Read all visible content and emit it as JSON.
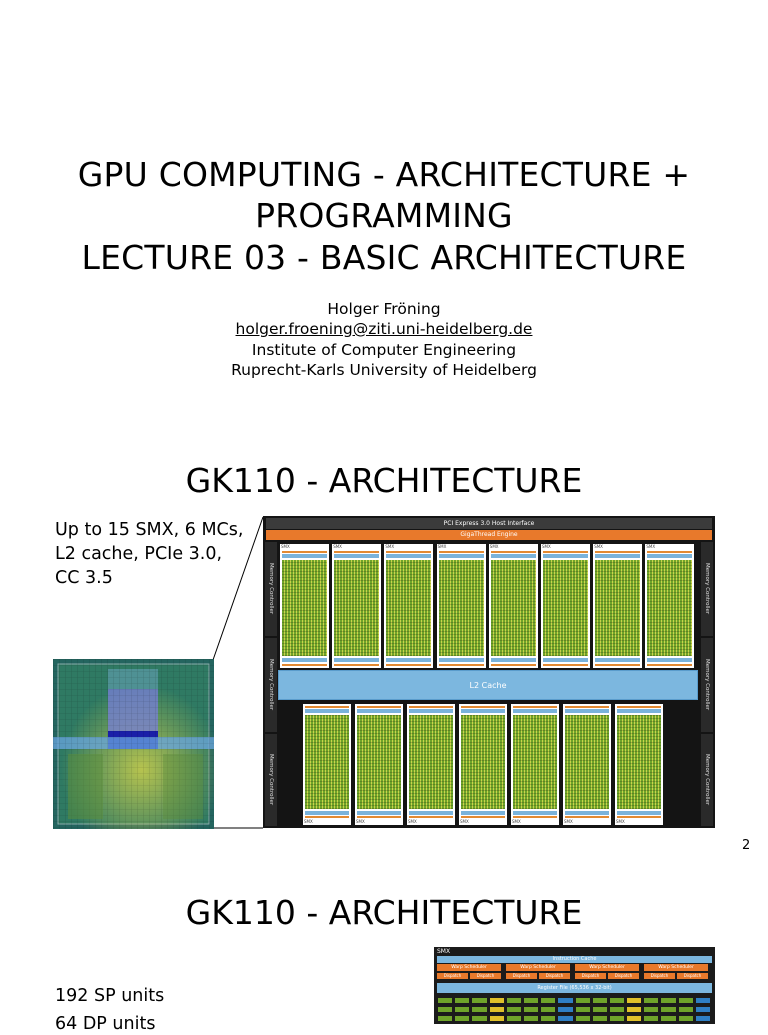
{
  "slide1": {
    "title_lines": [
      "GPU COMPUTING - ARCHITECTURE +",
      "PROGRAMMING",
      "LECTURE 03 - BASIC ARCHITECTURE"
    ],
    "author": "Holger Fröning",
    "email": "holger.froening@ziti.uni-heidelberg.de",
    "institute": "Institute of Computer Engineering",
    "university": "Ruprecht-Karls University of Heidelberg"
  },
  "slide2": {
    "title": "GK110 - ARCHITECTURE",
    "bullet_lines": [
      "Up to 15 SMX, 6 MCs,",
      "L2 cache, PCIe 3.0,",
      "CC 3.5"
    ],
    "page_number": "2",
    "diagram": {
      "pcie_label": "PCI Express 3.0 Host Interface",
      "giga_label": "GigaThread Engine",
      "mc_label": "Memory Controller",
      "l2_label": "L2 Cache",
      "smx_label": "SMX"
    }
  },
  "slide3": {
    "title": "GK110 - ARCHITECTURE",
    "bullet_lines": [
      "192 SP units",
      "64 DP units"
    ],
    "diagram": {
      "smx_label": "SMX",
      "instruction_cache": "Instruction Cache",
      "warp_scheduler": "Warp Scheduler",
      "dispatch": "Dispatch",
      "register_file": "Register File (65,536 x 32-bit)"
    }
  },
  "colors": {
    "orange": "#e8792b",
    "l2_blue": "#7cb7df",
    "core_green": "#6fa42a",
    "core_yellow": "#c9d44a"
  }
}
